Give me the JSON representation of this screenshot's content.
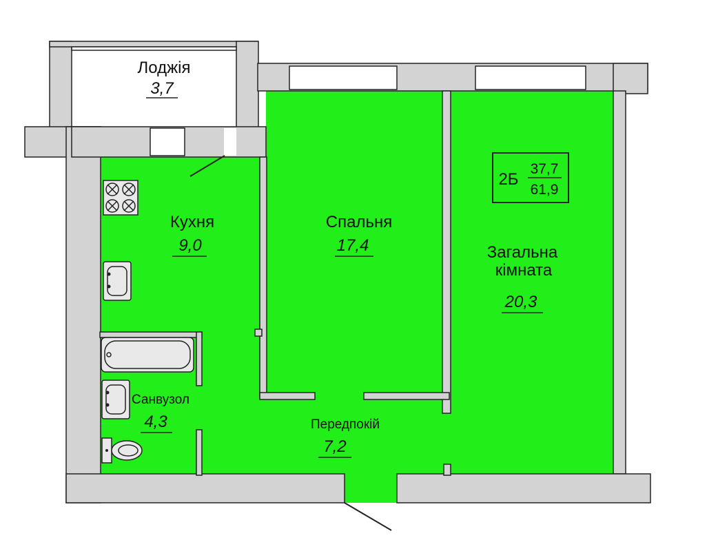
{
  "colors": {
    "floor": "#22ee1a",
    "wall": "#d3d3d3",
    "outline": "#222222",
    "fixture": "#e9e9e9"
  },
  "rooms": {
    "loggia": {
      "name": "Лоджія",
      "area": "3,7"
    },
    "kitchen": {
      "name": "Кухня",
      "area": "9,0"
    },
    "bedroom": {
      "name": "Спальня",
      "area": "17,4"
    },
    "living": {
      "name_line1": "Загальна",
      "name_line2": "кімната",
      "area": "20,3"
    },
    "bathroom": {
      "name": "Санвузол",
      "area": "4,3"
    },
    "hallway": {
      "name": "Передпокій",
      "area": "7,2"
    }
  },
  "apartment_badge": {
    "type": "2Б",
    "living_area": "37,7",
    "total_area": "61,9"
  }
}
